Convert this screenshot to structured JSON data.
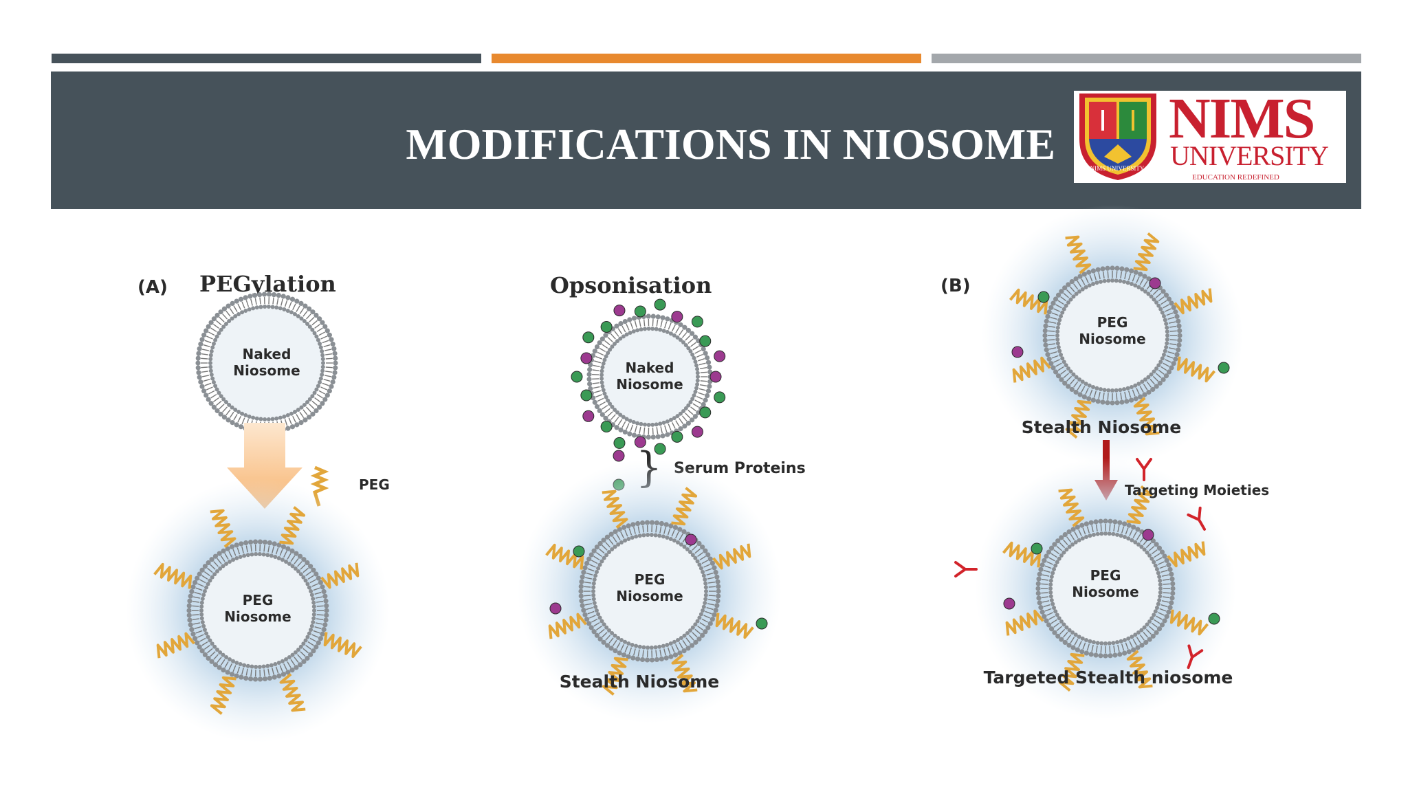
{
  "slide": {
    "title": "MODIFICATIONS IN NIOSOME"
  },
  "logo": {
    "name": "NIMS",
    "subtitle": "UNIVERSITY",
    "tagline": "EDUCATION REDEFINED",
    "shield_text": "NIMS UNIVERSITY",
    "color": "#c8202f"
  },
  "colors": {
    "dark": "#46525a",
    "orange": "#e8892e",
    "grey": "#a3a7ab"
  },
  "panelA": {
    "tag": "(A)",
    "heading": "PEGylation",
    "naked_line1": "Naked",
    "naked_line2": "Niosome",
    "peg_label": "PEG",
    "peg_line1": "PEG",
    "peg_line2": "Niosome"
  },
  "panelMid": {
    "heading": "Opsonisation",
    "naked_line1": "Naked",
    "naked_line2": "Niosome",
    "serum_label": "Serum Proteins",
    "peg_line1": "PEG",
    "peg_line2": "Niosome",
    "caption": "Stealth Niosome"
  },
  "panelB": {
    "tag": "(B)",
    "peg_line1": "PEG",
    "peg_line2": "Niosome",
    "caption_top": "Stealth Niosome",
    "targeting_label": "Targeting Moieties",
    "peg2_line1": "PEG",
    "peg2_line2": "Niosome",
    "caption_bottom": "Targeted Stealth niosome"
  }
}
